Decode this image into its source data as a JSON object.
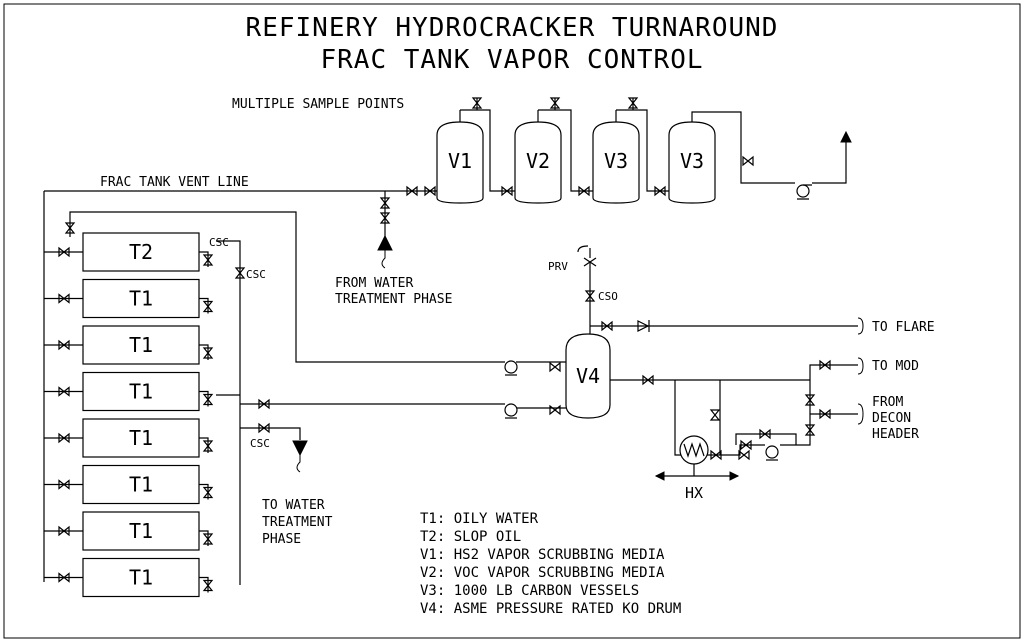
{
  "title": {
    "line1": "REFINERY HYDROCRACKER TURNAROUND",
    "line2": "FRAC TANK VAPOR CONTROL"
  },
  "labels": {
    "sample_points": "MULTIPLE SAMPLE POINTS",
    "vent_line": "FRAC TANK VENT LINE",
    "from_water_1": "FROM WATER",
    "from_water_2": "TREATMENT PHASE",
    "to_water_1": "TO WATER",
    "to_water_2": "TREATMENT",
    "to_water_3": "PHASE",
    "csc": "CSC",
    "cso": "CSO",
    "prv": "PRV",
    "to_flare": "TO FLARE",
    "to_mod": "TO MOD",
    "from_decon_1": "FROM",
    "from_decon_2": "DECON",
    "from_decon_3": "HEADER",
    "hx": "HX",
    "v4": "V4"
  },
  "vessels": [
    "V1",
    "V2",
    "V3",
    "V3"
  ],
  "tanks": [
    "T2",
    "T1",
    "T1",
    "T1",
    "T1",
    "T1",
    "T1",
    "T1"
  ],
  "legend": [
    "T1: OILY WATER",
    "T2: SLOP OIL",
    "V1: HS2 VAPOR SCRUBBING MEDIA",
    "V2: VOC VAPOR SCRUBBING MEDIA",
    "V3: 1000 LB CARBON VESSELS",
    "V4: ASME PRESSURE RATED KO DRUM"
  ]
}
